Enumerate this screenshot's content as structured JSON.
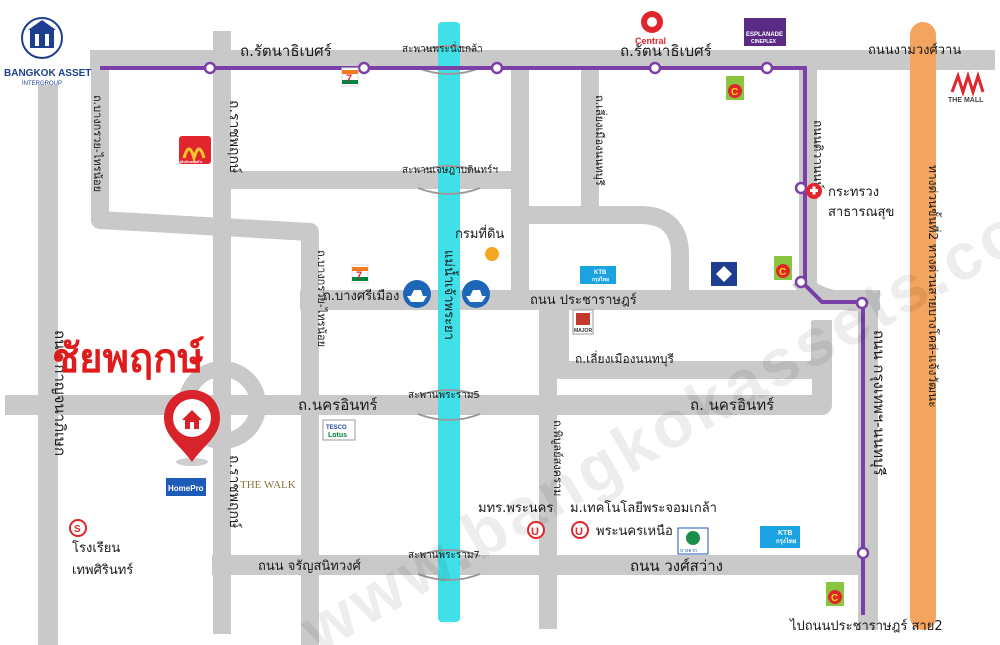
{
  "project": {
    "name": "ชัยพฤกษ์",
    "logo_text": "BANGKOK ASSET",
    "logo_sub": "INTERGROUP",
    "watermark": "www.bangkokassets.com"
  },
  "colors": {
    "road": "#c9c9c9",
    "river": "#3fe0e8",
    "expressway": "#f3a45e",
    "rail": "#7b3fa8",
    "title": "#e01b1b",
    "pin": "#d9232a"
  },
  "roads": {
    "rattanathibet_left": "ถ.รัตนาธิเบศร์",
    "rattanathibet_right": "ถ.รัตนาธิเบศร์",
    "ngamwongwan": "ถนนงามวงศ์วาน",
    "kanchanaphisek": "ถนน กาญจนาภิเษก",
    "bang_kruai_sai_noi_top": "ถ.บางกรวย-ไทรน้อย",
    "bang_kruai_sai_noi_mid": "ถ.บางกรวย-ไทรน้อย",
    "ratchaphruek_top": "ถ.ราชพฤกษ์",
    "ratchaphruek_bottom": "ถ.ราชพฤกษ์",
    "bang_si_mueang": "ถ.บางศรีเมือง",
    "pracharat": "ถนน ประชาราษฎร์",
    "liang_mueang_top": "ถ.เลี่ยงเมืองนนทบุรี",
    "liang_mueang_mid": "ถ.เลี่ยงเมืองนนทบุรี",
    "tiwanon": "ถนนติวานนท์",
    "nakhon_in_left": "ถ.นครอินทร์",
    "nakhon_in_right": "ถ. นครอินทร์",
    "phibun_songkhram": "ถ.พิบูลย์สงคราม",
    "krungthep_nonthaburi": "ถนน กรุงเทพฯ-นนทบุรี",
    "charan_sanitwong": "ถนน จรัญสนิทวงศ์",
    "wong_sawang": "ถนน วงศ์สว่าง",
    "expressway": "ทางด่วนขั้นที่2 ทางด่วนสายบางโคล่-แจ้งวัฒนะ",
    "to_pracharat2": "ไปถนนประชาราษฎร์ สาย2"
  },
  "bridges": {
    "phra_nang_klao": "สะพานพระนั่งเกล้า",
    "jetsadabodin": "สะพานเจษฎาบดินทร์ฯ",
    "rama5": "สะพานพระราม5",
    "rama7": "สะพานพระราม7"
  },
  "river": "แม่น้ำเจ้าพระยา",
  "places": {
    "land_dept": "กรมที่ดิน",
    "health_ministry_1": "กระทรวง",
    "health_ministry_2": "สาธารณสุข",
    "rmutp": "มทร.พระนคร",
    "kmutnb_1": "ม.เทคโนโลยีพระจอมเกล้า",
    "kmutnb_2": "พระนครเหนือ",
    "thephasirin_1": "โรงเรียน",
    "thephasirin_2": "เทพศิรินทร์"
  },
  "brands": {
    "central": "Central",
    "esplanade": "ESPLANADE",
    "esplanade_sub": "CINEPLEX",
    "the_mall": "THE MALL",
    "mcdonalds": "McDonald's",
    "tesco": "TESCO",
    "lotus": "Lotus",
    "homepro": "HomePro",
    "the_walk": "THE WALK",
    "major": "MAJOR",
    "ktb": "KTB",
    "ktb_sub": "กรุงไทย",
    "seven": "7",
    "bigc": "C",
    "bangchak": "บางจาก"
  }
}
